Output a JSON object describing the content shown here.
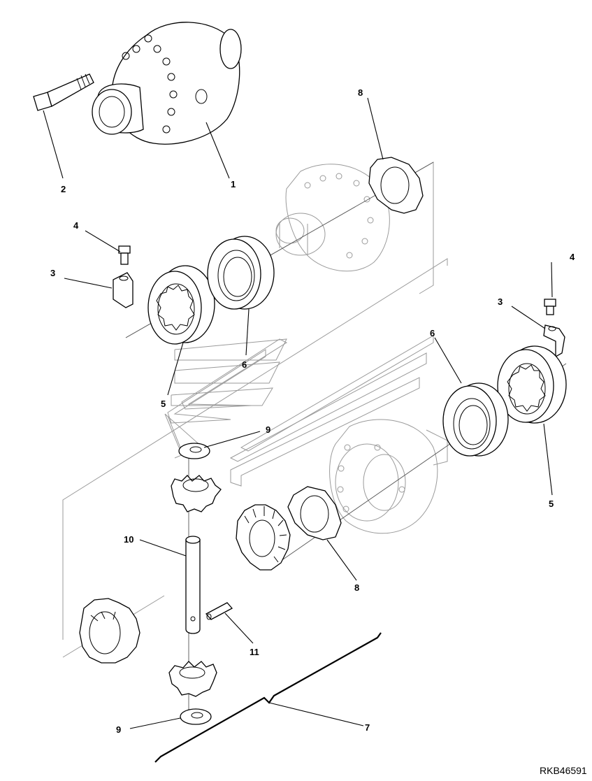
{
  "diagram": {
    "reference_code": "RKB46591",
    "callouts": [
      {
        "id": "c1",
        "label": "1"
      },
      {
        "id": "c2",
        "label": "2"
      },
      {
        "id": "c3a",
        "label": "3"
      },
      {
        "id": "c3b",
        "label": "3"
      },
      {
        "id": "c4a",
        "label": "4"
      },
      {
        "id": "c4b",
        "label": "4"
      },
      {
        "id": "c5a",
        "label": "5"
      },
      {
        "id": "c5b",
        "label": "5"
      },
      {
        "id": "c6a",
        "label": "6"
      },
      {
        "id": "c6b",
        "label": "6"
      },
      {
        "id": "c7",
        "label": "7"
      },
      {
        "id": "c8a",
        "label": "8"
      },
      {
        "id": "c8b",
        "label": "8"
      },
      {
        "id": "c9a",
        "label": "9"
      },
      {
        "id": "c9b",
        "label": "9"
      },
      {
        "id": "c10",
        "label": "10"
      },
      {
        "id": "c11",
        "label": "11"
      }
    ]
  }
}
